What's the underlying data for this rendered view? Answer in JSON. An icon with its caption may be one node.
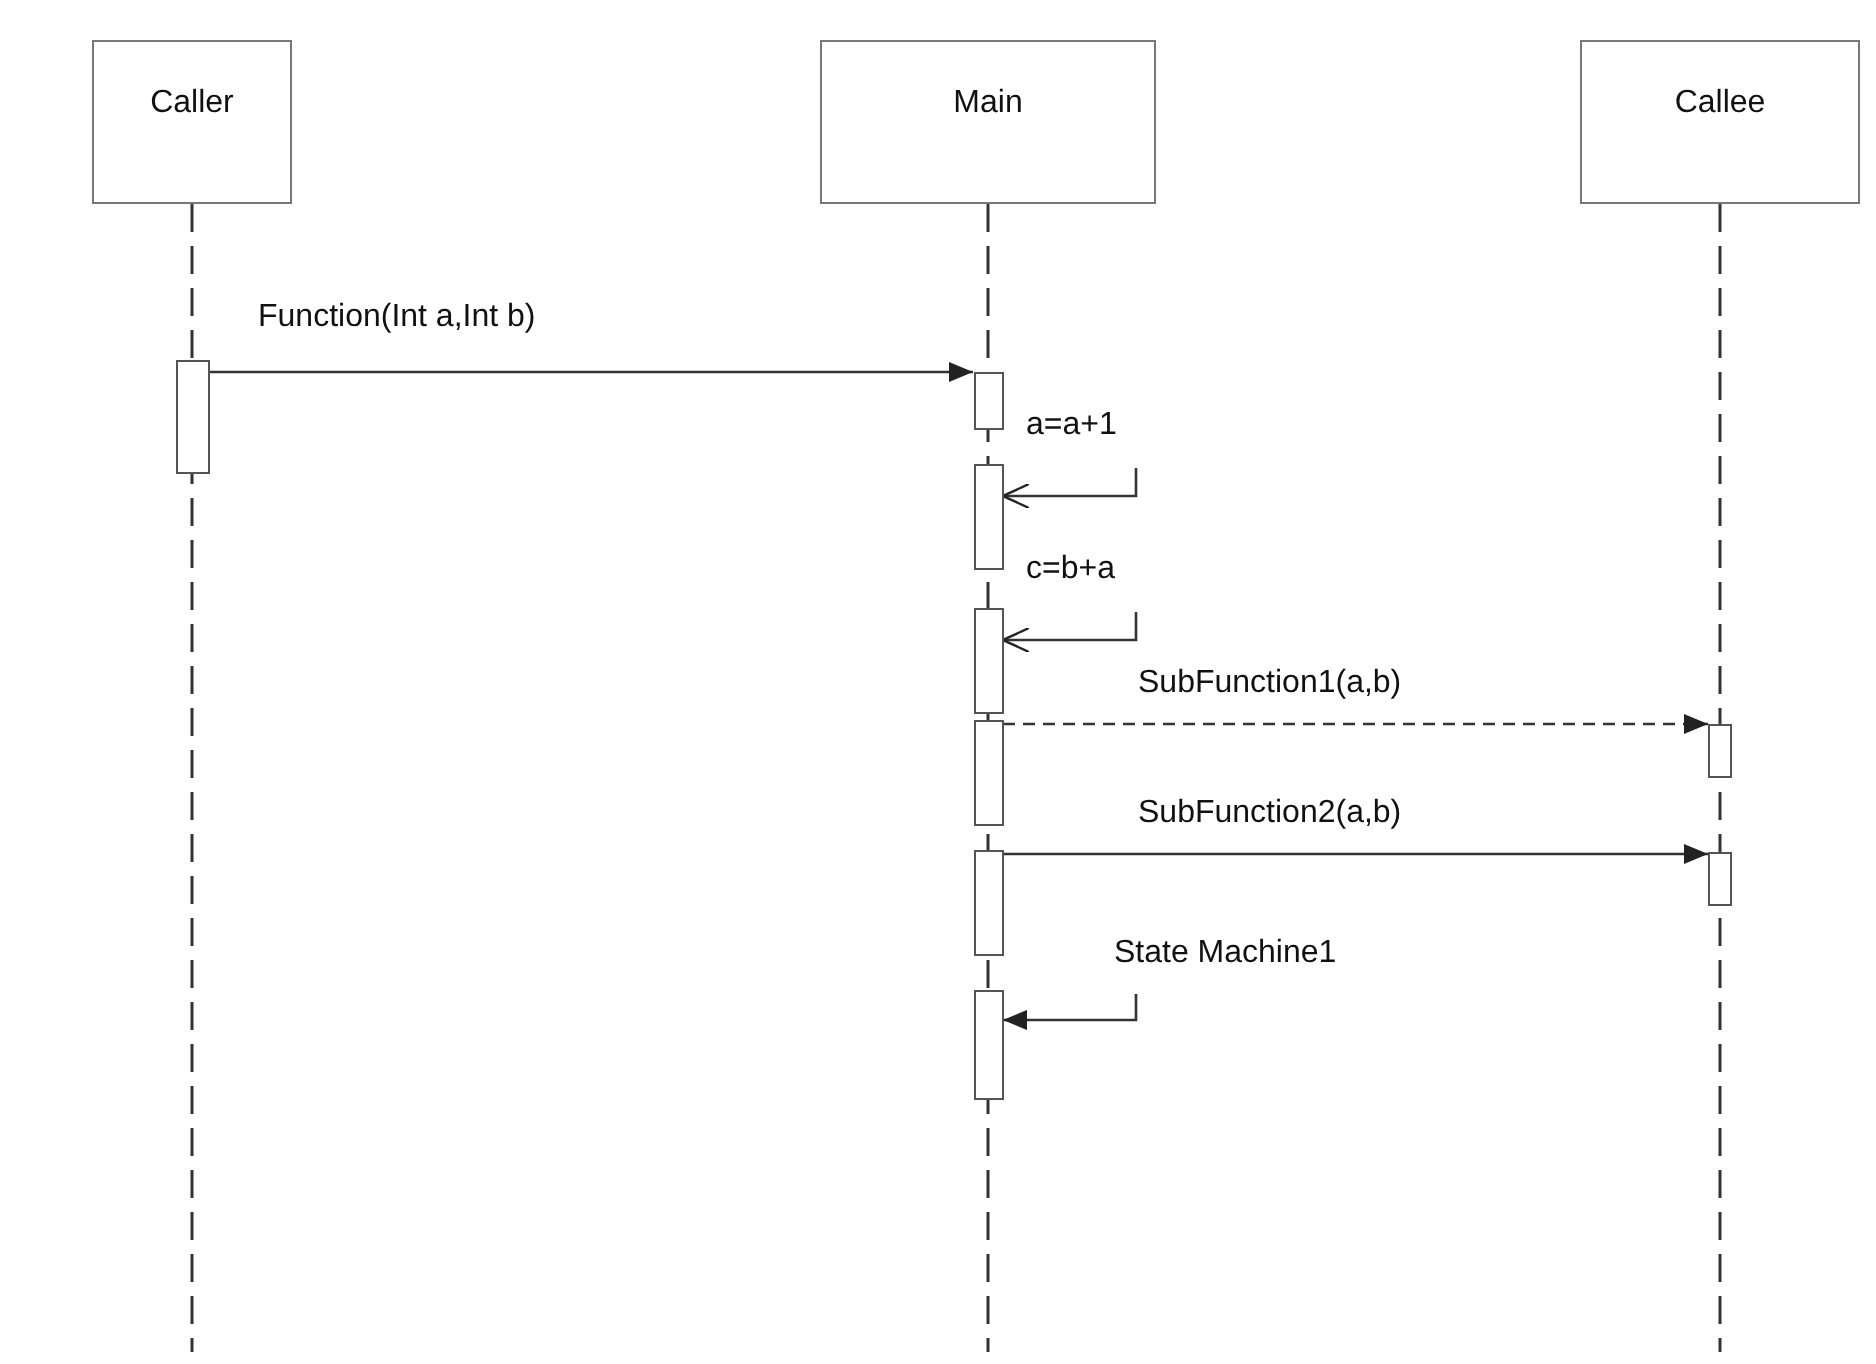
{
  "diagram": {
    "nodes": [
      {
        "text": [
          "Caller"
        ]
      },
      {
        "text": [
          "Main"
        ]
      },
      {
        "text": [
          "Callee"
        ]
      },
      {
        "text": [],
        "shape": "bar"
      },
      {
        "text": [],
        "shape": "bar"
      },
      {
        "text": [],
        "shape": "bar"
      },
      {
        "text": [],
        "shape": "bar"
      },
      {
        "text": [],
        "shape": "bar"
      },
      {
        "text": [],
        "shape": "bar"
      },
      {
        "text": [],
        "shape": "bar"
      },
      {
        "text": [],
        "shape": "bar"
      },
      {
        "text": [],
        "shape": "bar"
      }
    ],
    "edges": [
      {
        "from": 3,
        "to": 4,
        "arrow": "to",
        "label": "Function(Int a,Int b)"
      },
      {
        "from": null,
        "to": 5,
        "arrow": "to",
        "label": "a=a+1"
      },
      {
        "from": null,
        "to": 6,
        "arrow": "to",
        "label": "c=b+a"
      },
      {
        "from": 7,
        "to": 10,
        "arrow": "to",
        "label": "SubFunction1(a,b)",
        "style": "dashed"
      },
      {
        "from": 8,
        "to": 11,
        "arrow": "to",
        "label": "SubFunction2(a,b)"
      },
      {
        "from": null,
        "to": 9,
        "arrow": "to",
        "label": "State Machine1"
      }
    ]
  }
}
